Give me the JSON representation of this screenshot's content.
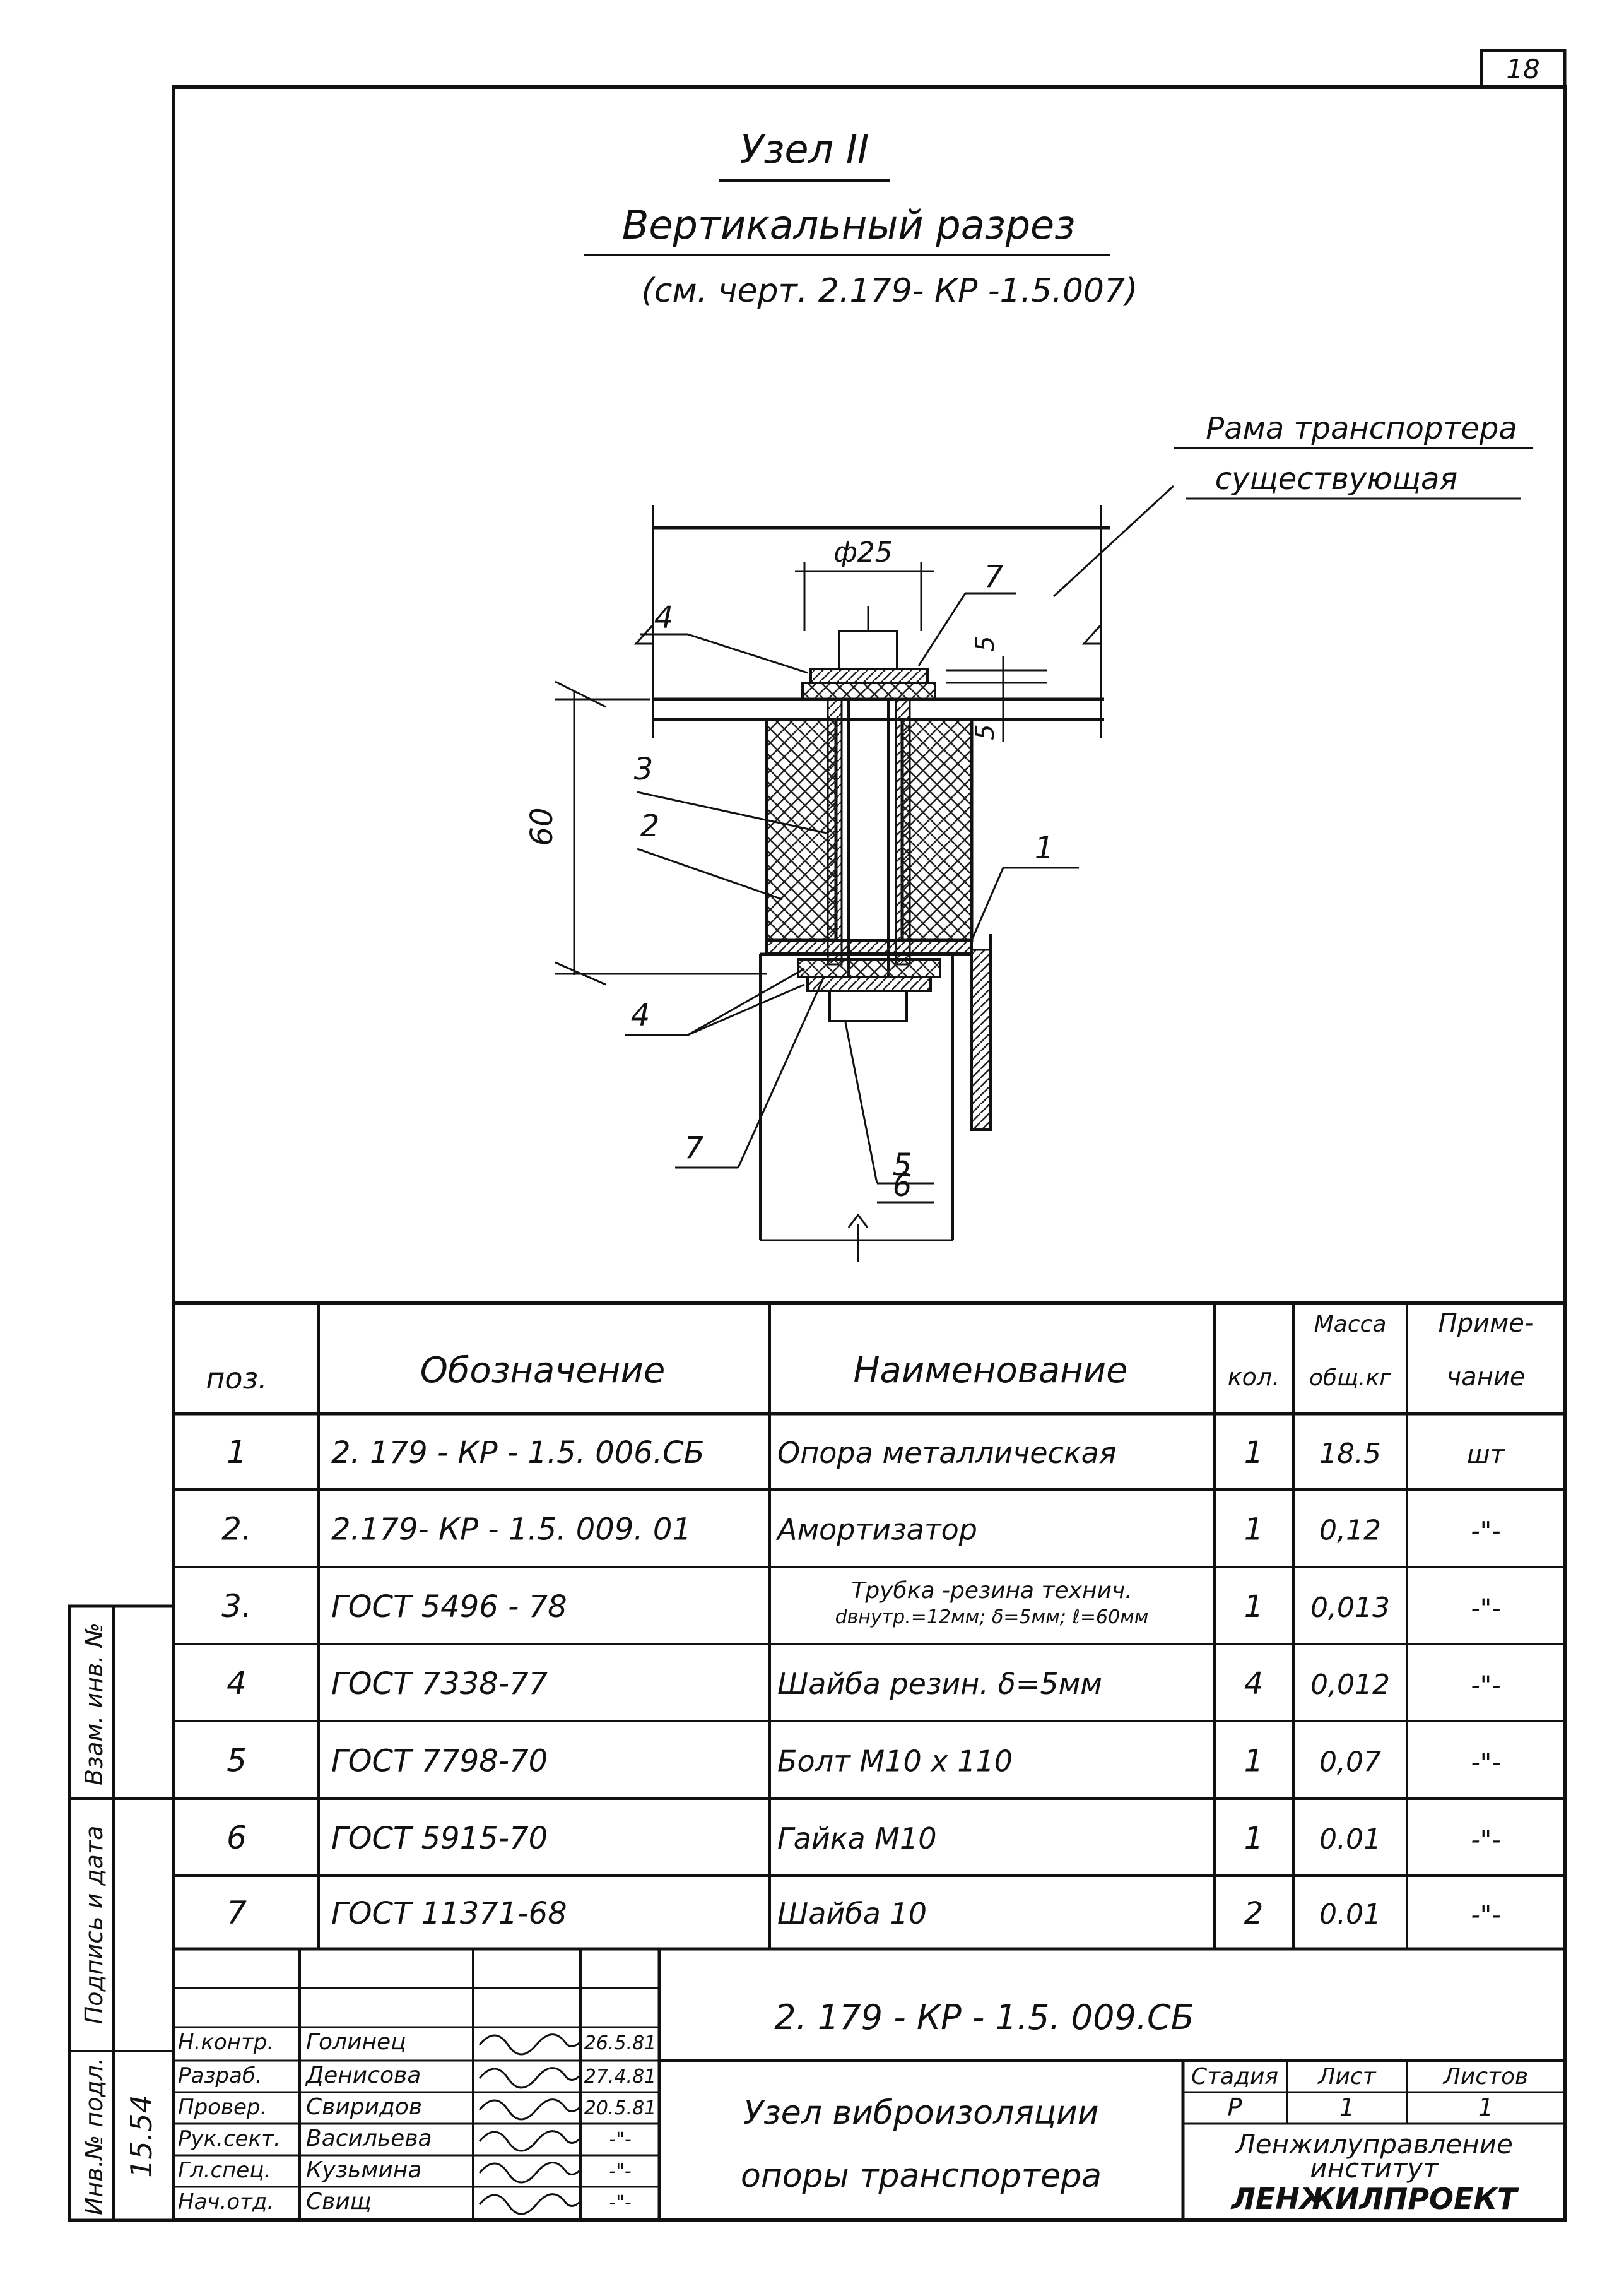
{
  "sheet_number": "18",
  "title": {
    "line1": "Узел  II",
    "line2": "Вертикальный  разрез",
    "line3": "(см.  черт.  2.179- КР -1.5.007)"
  },
  "drawing": {
    "frame_label_1": "Рама транспортера",
    "frame_label_2": "существующая",
    "dim_diameter": "ф25",
    "dim_height": "60",
    "dim_5_top": "5",
    "dim_5_bottom": "5",
    "callouts": {
      "c7_top": "7",
      "c4_top": "4",
      "c3": "3",
      "c2": "2",
      "c1": "1",
      "c4_bottom": "4",
      "c7_bottom": "7",
      "c5_bottom": "5",
      "c6_bottom": "6"
    }
  },
  "spec_table": {
    "headers": {
      "pos": "поз.",
      "designation": "Обозначение",
      "name": "Наименование",
      "qty": "кол.",
      "mass_1": "Масса",
      "mass_2": "общ.кг",
      "note_1": "Приме-",
      "note_2": "чание"
    },
    "rows": [
      {
        "pos": "1",
        "designation": "2. 179 - КР - 1.5. 006.СБ",
        "name": "Опора металлическая",
        "name2": "",
        "qty": "1",
        "mass": "18.5",
        "note": "шт"
      },
      {
        "pos": "2.",
        "designation": "2.179- КР - 1.5. 009. 01",
        "name": "Амортизатор",
        "name2": "",
        "qty": "1",
        "mass": "0,12",
        "note": "-\"-"
      },
      {
        "pos": "3.",
        "designation": "ГОСТ 5496 - 78",
        "name": "Трубка -резина технич.",
        "name2": "dвнутр.=12мм; δ=5мм; ℓ=60мм",
        "qty": "1",
        "mass": "0,013",
        "note": "-\"-"
      },
      {
        "pos": "4",
        "designation": "ГОСТ 7338-77",
        "name": "Шайба резин. δ=5мм",
        "name2": "",
        "qty": "4",
        "mass": "0,012",
        "note": "-\"-"
      },
      {
        "pos": "5",
        "designation": "ГОСТ 7798-70",
        "name": "Болт М10 х 110",
        "name2": "",
        "qty": "1",
        "mass": "0,07",
        "note": "-\"-"
      },
      {
        "pos": "6",
        "designation": "ГОСТ  5915-70",
        "name": "Гайка  М10",
        "name2": "",
        "qty": "1",
        "mass": "0.01",
        "note": "-\"-"
      },
      {
        "pos": "7",
        "designation": "ГОСТ  11371-68",
        "name": "Шайба  10",
        "name2": "",
        "qty": "2",
        "mass": "0.01",
        "note": "-\"-"
      }
    ]
  },
  "title_block": {
    "doc_code": "2. 179 - КР -  1.5. 009.СБ",
    "signers": [
      {
        "role": "Н.контр.",
        "name": "Голинец",
        "date": "26.5.81"
      },
      {
        "role": "Разраб.",
        "name": "Денисова",
        "date": "27.4.81"
      },
      {
        "role": "Провер.",
        "name": "Свиридов",
        "date": "20.5.81"
      },
      {
        "role": "Рук.сект.",
        "name": "Васильева",
        "date": "-\"-"
      },
      {
        "role": "Гл.спец.",
        "name": "Кузьмина",
        "date": "-\"-"
      },
      {
        "role": "Нач.отд.",
        "name": "Свищ",
        "date": "-\"-"
      }
    ],
    "work_title_1": "Узел виброизоляции",
    "work_title_2": "опоры  транспортера",
    "stage_label": "Стадия",
    "sheet_label": "Лист",
    "sheets_label": "Листов",
    "stage_value": "Р",
    "sheet_value": "1",
    "sheets_value": "1",
    "org_1": "Ленжилуправление",
    "org_2": "институт",
    "org_3": "ЛЕНЖИЛПРОЕКТ"
  },
  "side_stamp": {
    "inv_exchange": "Взам. инв. №",
    "sign_date": "Подпись и дата",
    "inv_original": "Инв.№ подл.",
    "inv_original_value": "15.54"
  }
}
